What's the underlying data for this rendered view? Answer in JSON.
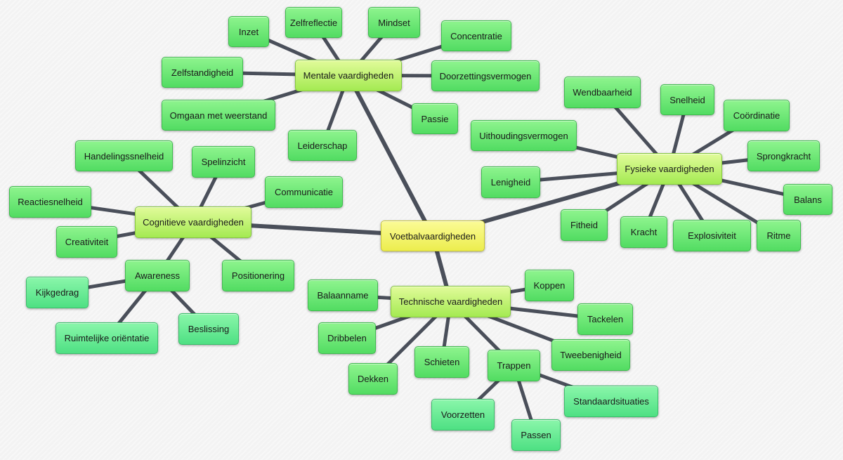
{
  "mindmap": {
    "root": {
      "label": "Voetbalvaardigheden"
    },
    "mentaal": {
      "label": "Mentale vaardigheden",
      "items": [
        "Inzet",
        "Zelfreflectie",
        "Mindset",
        "Concentratie",
        "Doorzettingsvermogen",
        "Passie",
        "Leiderschap",
        "Omgaan met weerstand",
        "Zelfstandigheid"
      ]
    },
    "fysiek": {
      "label": "Fysieke vaardigheden",
      "items": [
        "Wendbaarheid",
        "Snelheid",
        "Coördinatie",
        "Uithoudingsvermogen",
        "Sprongkracht",
        "Lenigheid",
        "Balans",
        "Fitheid",
        "Kracht",
        "Explosiviteit",
        "Ritme"
      ]
    },
    "cognitief": {
      "label": "Cognitieve vaardigheden",
      "items": [
        "Handelingssnelheid",
        "Spelinzicht",
        "Communicatie",
        "Reactiesnelheid",
        "Creativiteit",
        "Positionering"
      ],
      "awareness": {
        "label": "Awareness",
        "items": [
          "Kijkgedrag",
          "Beslissing",
          "Ruimtelijke oriëntatie"
        ]
      }
    },
    "technisch": {
      "label": "Technische vaardigheden",
      "items": [
        "Koppen",
        "Balaanname",
        "Tackelen",
        "Dribbelen",
        "Tweebenigheid",
        "Schieten",
        "Dekken"
      ],
      "trappen": {
        "label": "Trappen",
        "items": [
          "Voorzetten",
          "Standaardsituaties",
          "Passen"
        ]
      }
    }
  }
}
